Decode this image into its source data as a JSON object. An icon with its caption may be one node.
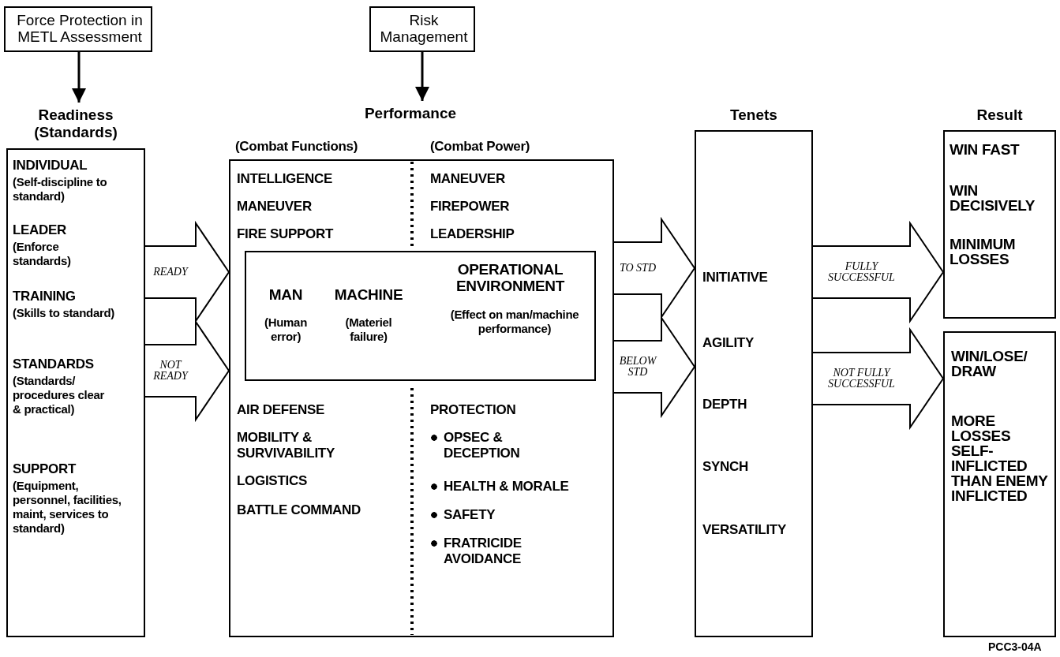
{
  "diagram": {
    "nodes": [
      {
        "text": [
          "Force Protection in METL Assessment"
        ]
      },
      {
        "text": [
          "Risk Management"
        ]
      },
      {
        "text": [
          "Readiness (Standards)",
          "INDIVIDUAL",
          "(Self-discipline to standard)",
          "LEADER",
          "(Enforce standards)",
          "TRAINING",
          "(Skills to standard)",
          "STANDARDS",
          "(Standards/ procedures clear & practical)",
          "SUPPORT",
          "(Equipment, personnel, facilities, maint, services to standard)"
        ]
      },
      {
        "text": [
          "Performance",
          "(Combat Functions)",
          "(Combat Power)",
          "INTELLIGENCE",
          "MANEUVER",
          "FIRE SUPPORT",
          "AIR DEFENSE",
          "MOBILITY & SURVIVABILITY",
          "LOGISTICS",
          "BATTLE COMMAND",
          "MANEUVER",
          "FIREPOWER",
          "LEADERSHIP",
          "PROTECTION",
          "OPSEC & DECEPTION",
          "HEALTH & MORALE",
          "SAFETY",
          "FRATRICIDE AVOIDANCE"
        ]
      },
      {
        "text": [
          "MAN",
          "(Human error)",
          "MACHINE",
          "(Materiel failure)",
          "OPERATIONAL ENVIRONMENT",
          "(Effect on man/machine performance)"
        ],
        "in": 3
      },
      {
        "text": [
          "Tenets",
          "INITIATIVE",
          "AGILITY",
          "DEPTH",
          "SYNCH",
          "VERSATILITY"
        ]
      },
      {
        "text": [
          "Result",
          "WIN FAST",
          "WIN DECISIVELY",
          "MINIMUM LOSSES"
        ]
      },
      {
        "text": [
          "WIN/LOSE/ DRAW",
          "MORE LOSSES SELF-INFLICTED THAN ENEMY INFLICTED"
        ]
      }
    ],
    "edges": [
      {
        "from": 0,
        "to": 2,
        "arrow": "to"
      },
      {
        "from": 1,
        "to": 3,
        "arrow": "to"
      },
      {
        "from": 2,
        "to": 3,
        "arrow": "to",
        "label": "READY",
        "style": "thick"
      },
      {
        "from": 2,
        "to": 3,
        "arrow": "to",
        "label": "NOT READY",
        "style": "thick"
      },
      {
        "from": 3,
        "to": 5,
        "arrow": "to",
        "label": "TO STD",
        "style": "thick"
      },
      {
        "from": 3,
        "to": 5,
        "arrow": "to",
        "label": "BELOW STD",
        "style": "thick"
      },
      {
        "from": 5,
        "to": 6,
        "arrow": "to",
        "label": "FULLY SUCCESSFUL",
        "style": "thick"
      },
      {
        "from": 5,
        "to": 7,
        "arrow": "to",
        "label": "NOT FULLY SUCCESSFUL",
        "style": "thick"
      }
    ],
    "labels": [
      "PCC3-04A"
    ]
  }
}
